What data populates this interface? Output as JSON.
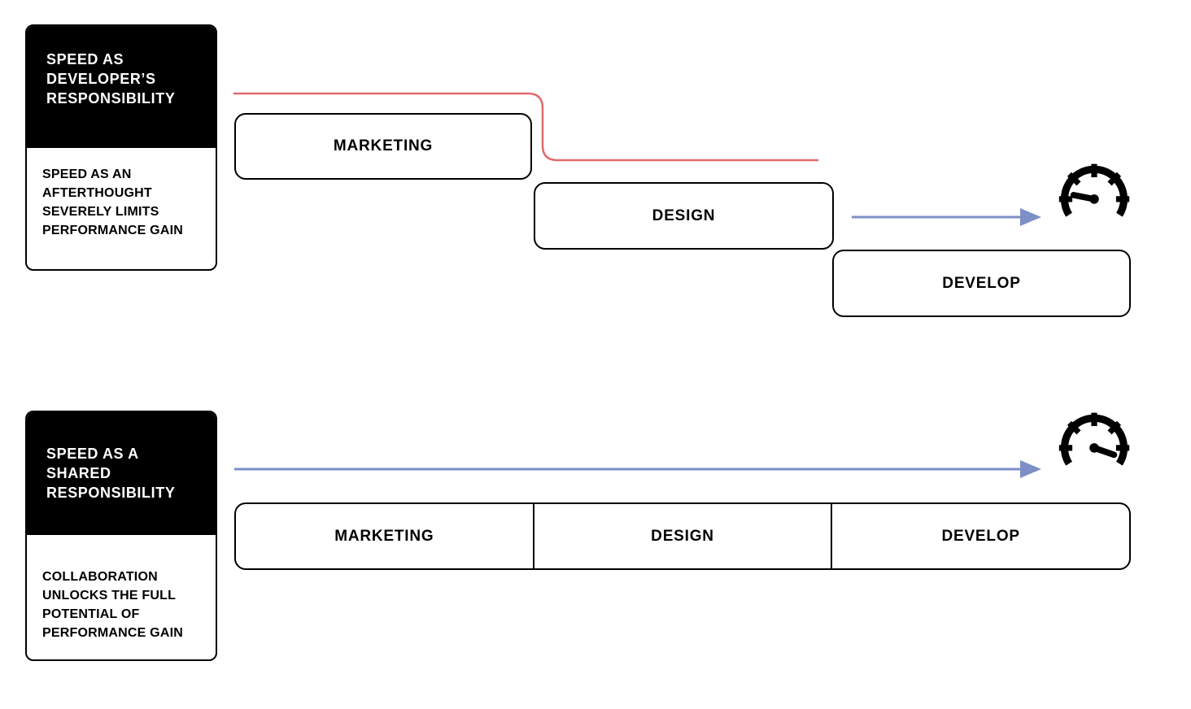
{
  "palette": {
    "ink": "#000000",
    "paper": "#ffffff",
    "red": "#e06a6a",
    "blue": "#7d8fc7"
  },
  "waterfall": {
    "card": {
      "title": "SPEED AS\nDEVELOPER’S\nRESPONSIBILITY",
      "body": "SPEED AS AN\nAFTERTHOUGHT\nSEVERELY LIMITS\nPERFORMANCE GAIN"
    },
    "phases": [
      {
        "label": "MARKETING"
      },
      {
        "label": "DESIGN"
      },
      {
        "label": "DEVELOP"
      }
    ],
    "icon": "speedometer-low-icon"
  },
  "shared": {
    "card": {
      "title": "SPEED AS A\nSHARED\nRESPONSIBILITY",
      "body": "COLLABORATION\nUNLOCKS THE FULL\nPOTENTIAL OF\nPERFORMANCE GAIN"
    },
    "phases": [
      {
        "label": "MARKETING"
      },
      {
        "label": "DESIGN"
      },
      {
        "label": "DEVELOP"
      }
    ],
    "icon": "speedometer-high-icon"
  }
}
